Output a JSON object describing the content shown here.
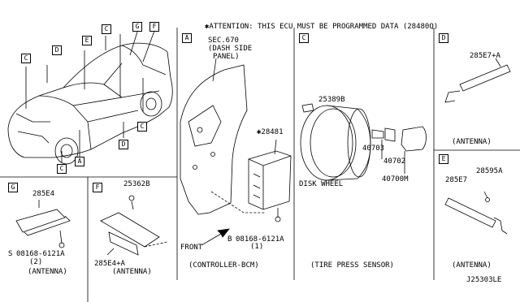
{
  "attention": "✱ATTENTION: THIS ECU MUST BE PROGRAMMED DATA (28480Q)",
  "vehicle_callouts": [
    "C",
    "D",
    "E",
    "C",
    "G",
    "F",
    "C",
    "D",
    "C",
    "A"
  ],
  "section_A": {
    "letter": "A",
    "sec_label": "SEC.670",
    "dash_label": "(DASH SIDE",
    "panel_label": "PANEL)",
    "part_bcm": "✱28481",
    "bolt_circle": "B",
    "bolt_part": "08168-6121A",
    "bolt_qty": "(1)",
    "front": "FRONT",
    "caption": "(CONTROLLER-BCM)"
  },
  "section_C": {
    "letter": "C",
    "part_25389B": "25389B",
    "part_40703": "40703",
    "part_40702": "40702",
    "part_40700M": "40700M",
    "disk_wheel": "DISK WHEEL",
    "caption": "(TIRE PRESS SENSOR)"
  },
  "section_D": {
    "letter": "D",
    "part": "285E7+A",
    "caption": "(ANTENNA)"
  },
  "section_E": {
    "letter": "E",
    "part_285E7": "285E7",
    "part_28595A": "28595A",
    "caption": "(ANTENNA)"
  },
  "section_G": {
    "letter": "G",
    "part": "285E4",
    "bolt_circle": "S",
    "bolt_part": "08168-6121A",
    "bolt_qty": "(2)",
    "caption": "(ANTENNA)"
  },
  "section_F": {
    "letter": "F",
    "part_25362B": "25362B",
    "part": "285E4+A",
    "caption": "(ANTENNA)"
  },
  "diagram_code": "J25303LE"
}
